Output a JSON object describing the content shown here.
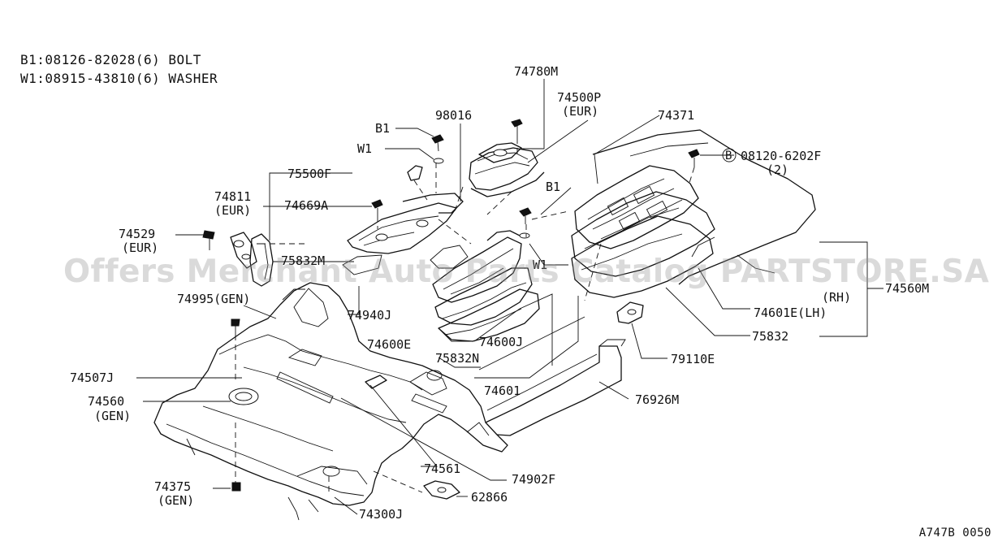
{
  "legend": [
    "B1:08126-82028(6) BOLT",
    "W1:08915-43810(6) WASHER"
  ],
  "callouts": {
    "p74780M": "74780M",
    "p74500P": "74500P",
    "p74500P_sub": "(EUR)",
    "p98016": "98016",
    "p74371": "74371",
    "b1_top": "B1",
    "w1_top": "W1",
    "p08120_circle": "B",
    "p08120": "08120-6202F",
    "p08120_sub": "(2)",
    "p75500F": "75500F",
    "p74811": "74811",
    "p74811_sub": "(EUR)",
    "p74669A": "74669A",
    "b1_mid": "B1",
    "p74529": "74529",
    "p74529_sub": "(EUR)",
    "p75832M": "75832M",
    "w1_mid": "W1",
    "p74560M": "74560M",
    "rh": "(RH)",
    "p74995": "74995(GEN)",
    "p74940J": "74940J",
    "p74601E": "74601E(LH)",
    "p75832": "75832",
    "p74600E": "74600E",
    "p74600J": "74600J",
    "p75832N": "75832N",
    "p79110E": "79110E",
    "p74507J": "74507J",
    "p74601": "74601",
    "p74560": "74560",
    "p74560_sub": "(GEN)",
    "p76926M": "76926M",
    "p74561": "74561",
    "p74902F": "74902F",
    "p74375": "74375",
    "p74375_sub": "(GEN)",
    "p62866": "62866",
    "p74300J": "74300J"
  },
  "watermark": "Offers Merchant Auto Parts Catalog PARTSTORE.SA",
  "diagram_code": "A747B 0050"
}
